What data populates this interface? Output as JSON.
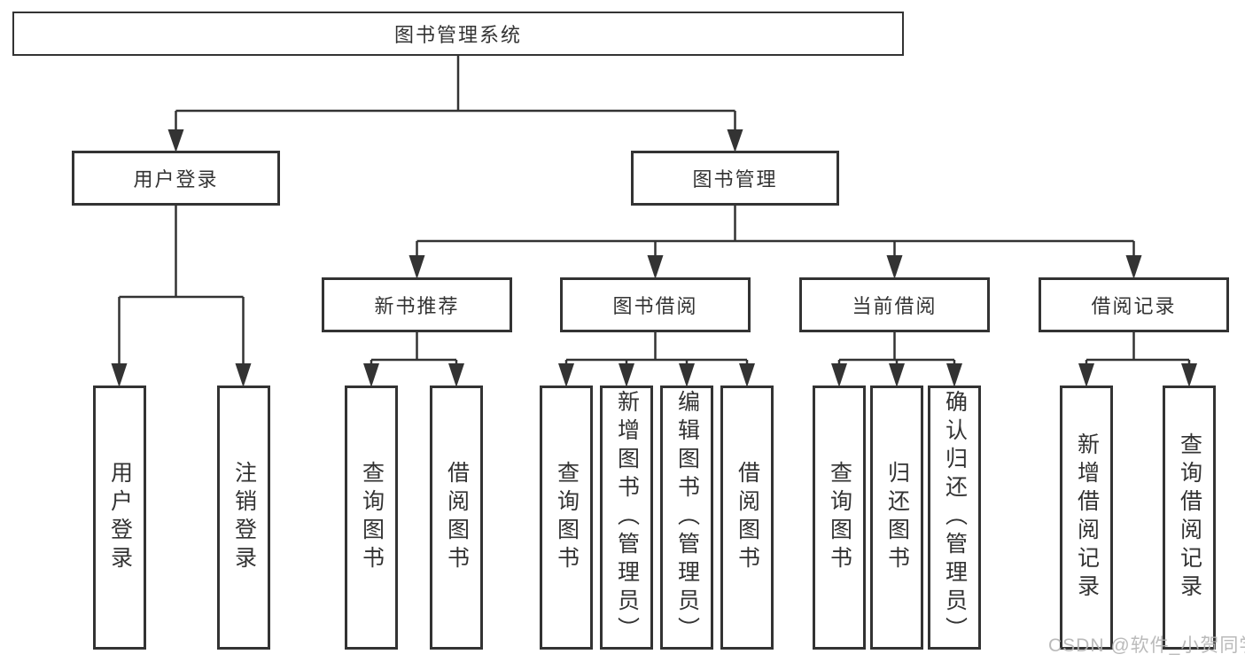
{
  "tree": {
    "root": "图书管理系统",
    "children": [
      {
        "label": "用户登录",
        "children": [
          {
            "label": "用户登录"
          },
          {
            "label": "注销登录"
          }
        ]
      },
      {
        "label": "图书管理",
        "children": [
          {
            "label": "新书推荐",
            "children": [
              {
                "label": "查询图书"
              },
              {
                "label": "借阅图书"
              }
            ]
          },
          {
            "label": "图书借阅",
            "children": [
              {
                "label": "查询图书"
              },
              {
                "label": "新增图书（管理员）"
              },
              {
                "label": "编辑图书（管理员）"
              },
              {
                "label": "借阅图书"
              }
            ]
          },
          {
            "label": "当前借阅",
            "children": [
              {
                "label": "查询图书"
              },
              {
                "label": "归还图书"
              },
              {
                "label": "确认归还（管理员）"
              }
            ]
          },
          {
            "label": "借阅记录",
            "children": [
              {
                "label": "新增借阅记录"
              },
              {
                "label": "查询借阅记录"
              }
            ]
          }
        ]
      }
    ]
  },
  "watermark": "CSDN @软件_小贺同学",
  "colors": {
    "line": "#333333",
    "text": "#333333",
    "box_background": "#ffffff",
    "watermark": "#b3b3b3"
  }
}
